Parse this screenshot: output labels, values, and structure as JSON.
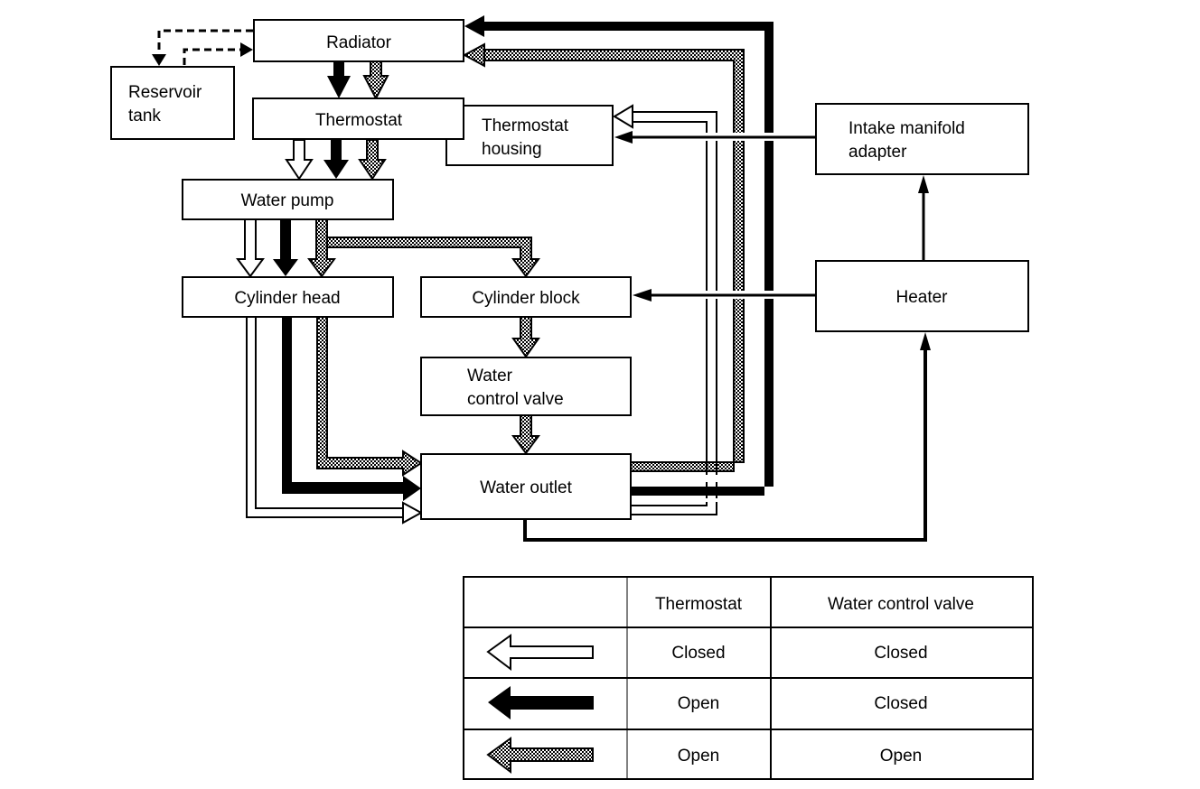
{
  "diagram": {
    "components": {
      "radiator": "Radiator",
      "reservoir_tank_line1": "Reservoir",
      "reservoir_tank_line2": "tank",
      "thermostat": "Thermostat",
      "thermostat_housing_line1": "Thermostat",
      "thermostat_housing_line2": "housing",
      "intake_manifold_adapter_line1": "Intake manifold",
      "intake_manifold_adapter_line2": "adapter",
      "water_pump": "Water pump",
      "cylinder_head": "Cylinder head",
      "cylinder_block": "Cylinder block",
      "heater": "Heater",
      "water_control_valve_line1": "Water",
      "water_control_valve_line2": "control valve",
      "water_outlet": "Water outlet"
    },
    "flows": [
      {
        "from": "Reservoir tank",
        "to": "Radiator",
        "style": "dashed"
      },
      {
        "from": "Radiator",
        "to": "Reservoir tank",
        "style": "dashed"
      },
      {
        "from": "Radiator",
        "to": "Thermostat",
        "style": [
          "black",
          "dotted"
        ]
      },
      {
        "from": "Thermostat",
        "to": "Water pump",
        "style": [
          "white",
          "black",
          "dotted"
        ]
      },
      {
        "from": "Water pump",
        "to": "Cylinder head",
        "style": [
          "white",
          "black",
          "dotted"
        ]
      },
      {
        "from": "Water pump",
        "to": "Cylinder block",
        "style": [
          "dotted"
        ]
      },
      {
        "from": "Cylinder block",
        "to": "Water control valve",
        "style": [
          "dotted"
        ]
      },
      {
        "from": "Water control valve",
        "to": "Water outlet",
        "style": [
          "dotted"
        ]
      },
      {
        "from": "Cylinder head",
        "to": "Water outlet",
        "style": [
          "white",
          "black",
          "dotted"
        ]
      },
      {
        "from": "Water outlet",
        "to": "Radiator",
        "style": [
          "black",
          "dotted"
        ]
      },
      {
        "from": "Water outlet",
        "to": "Thermostat housing",
        "style": [
          "white"
        ]
      },
      {
        "from": "Water outlet",
        "to": "Heater",
        "style": "thin"
      },
      {
        "from": "Heater",
        "to": "Intake manifold adapter",
        "style": "thin"
      },
      {
        "from": "Heater",
        "to": "Cylinder block",
        "style": "thin"
      },
      {
        "from": "Intake manifold adapter",
        "to": "Thermostat housing",
        "style": "thin"
      }
    ]
  },
  "legend": {
    "headers": [
      "",
      "Thermostat",
      "Water control valve"
    ],
    "rows": [
      {
        "arrow": "white-arrow",
        "thermostat": "Closed",
        "water_control_valve": "Closed"
      },
      {
        "arrow": "black-arrow",
        "thermostat": "Open",
        "water_control_valve": "Closed"
      },
      {
        "arrow": "dotted-arrow",
        "thermostat": "Open",
        "water_control_valve": "Open"
      }
    ]
  }
}
